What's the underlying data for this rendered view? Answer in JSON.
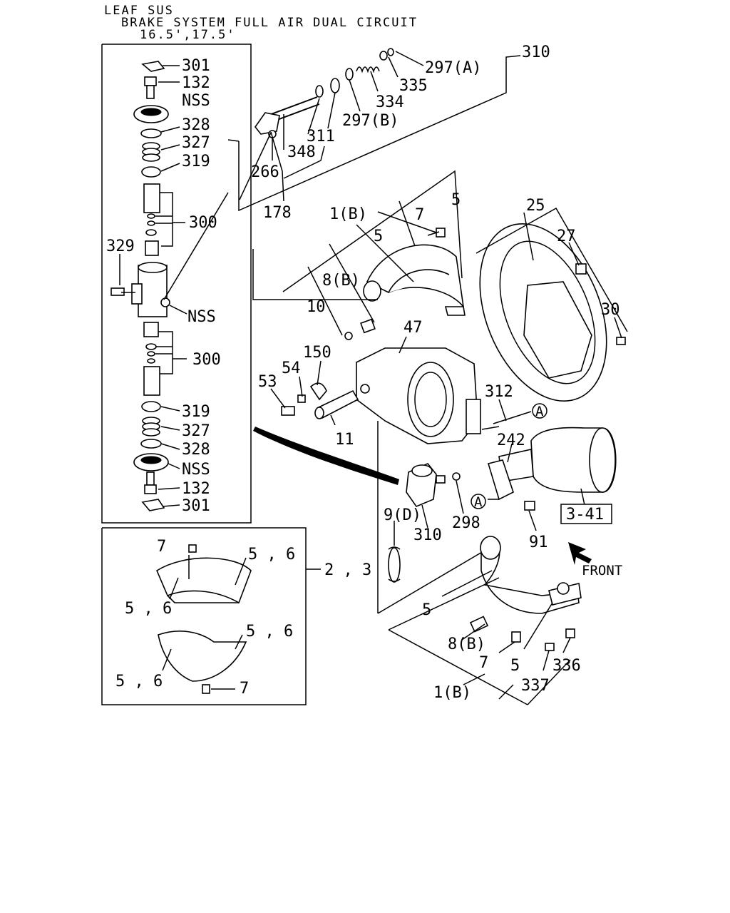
{
  "header": {
    "line1": "LEAF SUS",
    "line2": "BRAKE SYSTEM FULL AIR DUAL CIRCUIT",
    "line3": "16.5',17.5'"
  },
  "labels": {
    "l301a": "301",
    "l132a": "132",
    "nss_a": "NSS",
    "l328a": "328",
    "l327a": "327",
    "l319a": "319",
    "l300a": "300",
    "l329": "329",
    "nss_b": "NSS",
    "l300b": "300",
    "l319b": "319",
    "l327b": "327",
    "l328b": "328",
    "nss_c": "NSS",
    "l132b": "132",
    "l301b": "301",
    "l310_top": "310",
    "l297a": "297(A)",
    "l335": "335",
    "l334": "334",
    "l297b": "297(B)",
    "l311": "311",
    "l348": "348",
    "l266": "266",
    "l178": "178",
    "l1b_top": "1(B)",
    "l7_top": "7",
    "l5_top": "5",
    "l5_mid": "5",
    "l8b_top": "8(B)",
    "l10": "10",
    "l25": "25",
    "l27": "27",
    "l30": "30",
    "l47": "47",
    "l150": "150",
    "l54": "54",
    "l53": "53",
    "l11": "11",
    "l312": "312",
    "circleA1": "A",
    "l242": "242",
    "circleA2": "A",
    "l3_41": "3-41",
    "l91": "91",
    "l298": "298",
    "l9d": "9(D)",
    "l310_bot": "310",
    "front": "FRONT",
    "l5_lower": "5",
    "l8b_lower": "8(B)",
    "l7_lower": "7",
    "l5_lower2": "5",
    "l336": "336",
    "l337": "337",
    "l1b_lower": "1(B)",
    "box_7a": "7",
    "box_56a": "5 , 6",
    "box_56b": "5 , 6",
    "box_23": "2 , 3",
    "box_56c": "5 , 6",
    "box_56d": "5 , 6",
    "box_7b": "7"
  }
}
